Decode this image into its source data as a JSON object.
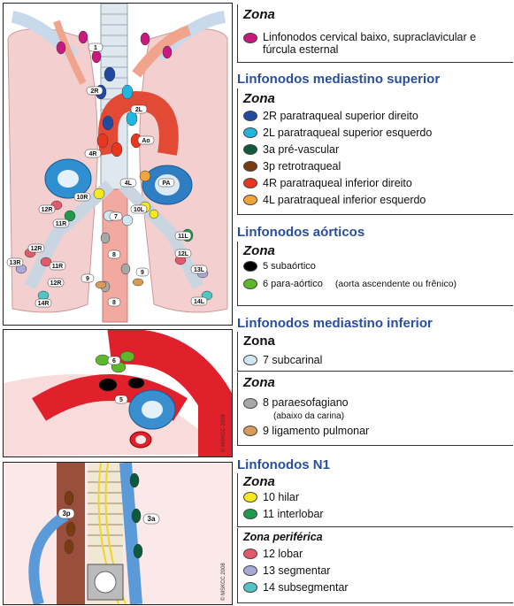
{
  "panels": {
    "top": {
      "labels": [
        "1",
        "2R",
        "2L",
        "4R",
        "Ao",
        "4L",
        "PA",
        "10R",
        "10L",
        "7",
        "12R",
        "11R",
        "11L",
        "12L",
        "13R",
        "12R",
        "11R",
        "14R",
        "8",
        "9",
        "9",
        "8",
        "12R",
        "13L",
        "14L"
      ]
    },
    "middle": {
      "labels": [
        "6",
        "5"
      ],
      "credit": "© MSKCC 2008"
    },
    "bottom": {
      "labels": [
        "3p",
        "3a"
      ],
      "credit": "© MSKCC 2008"
    }
  },
  "legend": {
    "supraclavicular": {
      "zona": "Zona",
      "items": [
        {
          "color": "#c8197e",
          "text": "Linfonodos cervical baixo, supraclavicular e",
          "text2": "fúrcula esternal"
        }
      ]
    },
    "superior": {
      "title": "Linfonodos mediastino superior",
      "zona": "Zona",
      "items": [
        {
          "color": "#1f4aa0",
          "text": "2R paratraqueal superior direito"
        },
        {
          "color": "#20b6e0",
          "text": "2L paratraqueal superior esquerdo"
        },
        {
          "color": "#0f5a3c",
          "text": "3a pré-vascular"
        },
        {
          "color": "#7a3a12",
          "text": "3p retrotraqueal"
        },
        {
          "color": "#e8371e",
          "text": "4R paratraqueal inferior direito"
        },
        {
          "color": "#f4a23a",
          "text": "4L paratraqueal inferior esquerdo"
        }
      ]
    },
    "aortic": {
      "title": "Linfonodos aórticos",
      "zona": "Zona",
      "items": [
        {
          "color": "#000000",
          "text": "5 subaórtico",
          "note": ""
        },
        {
          "color": "#5cb82a",
          "text": "6 para-aórtico",
          "note": "(aorta ascendente ou frênico)"
        }
      ]
    },
    "inferior": {
      "title": "Linfonodos mediastino inferior",
      "zona1": "Zona",
      "items1": [
        {
          "color": "#cfe8f2",
          "text": "7 subcarinal"
        }
      ],
      "zona2": "Zona",
      "items2": [
        {
          "color": "#a8a8a8",
          "text": "8 paraesofagiano",
          "sub": "(abaixo da carina)"
        },
        {
          "color": "#d99a5a",
          "text": "9 ligamento pulmonar"
        }
      ]
    },
    "n1": {
      "title": "Linfonodos N1",
      "zona": "Zona",
      "items": [
        {
          "color": "#f5e81c",
          "text": "10 hilar"
        },
        {
          "color": "#1e9a4a",
          "text": "11 interlobar"
        }
      ],
      "zona_periferica": "Zona periférica",
      "items2": [
        {
          "color": "#e25a6a",
          "text": "12 lobar"
        },
        {
          "color": "#a7a9d9",
          "text": "13 segmentar"
        },
        {
          "color": "#52c4c4",
          "text": "14 subsegmentar"
        }
      ]
    }
  }
}
